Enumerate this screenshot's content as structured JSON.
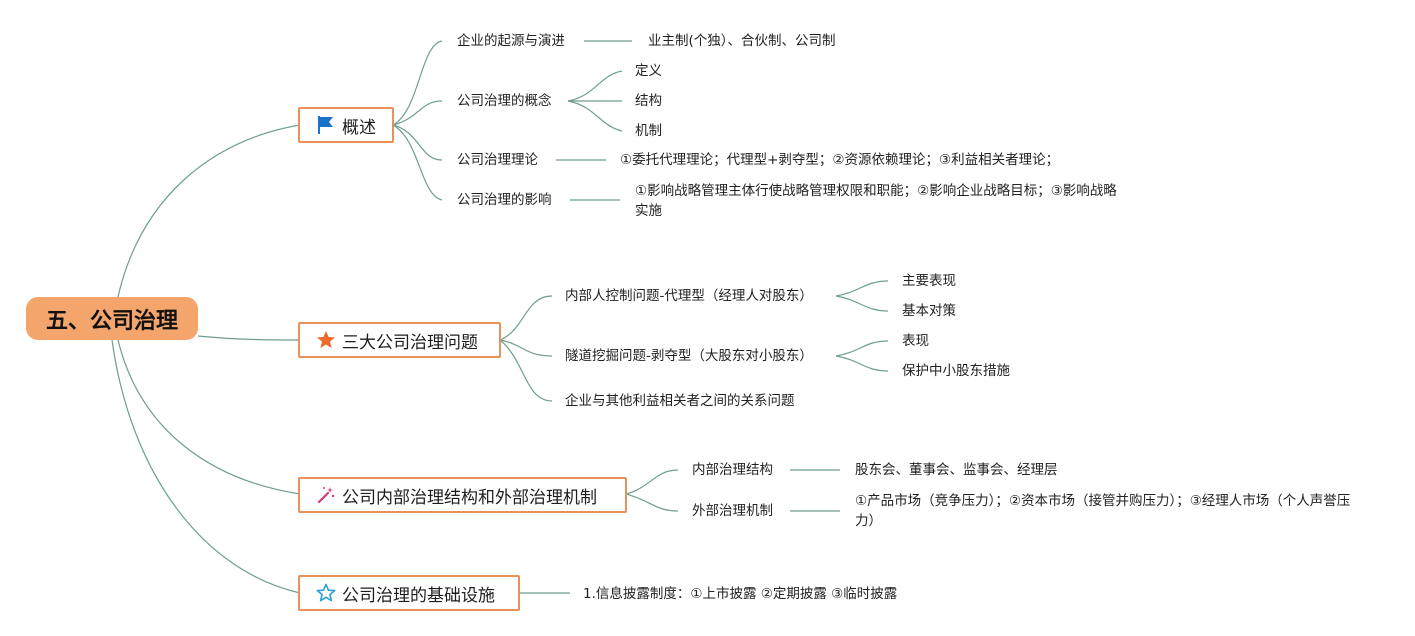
{
  "root": {
    "label": "五、公司治理"
  },
  "branches": [
    {
      "label": "概述",
      "icon": "flag-icon",
      "children": [
        {
          "label": "企业的起源与演进",
          "detail": "业主制(个独）、合伙制、公司制"
        },
        {
          "label": "公司治理的概念",
          "items": [
            "定义",
            "结构",
            "机制"
          ]
        },
        {
          "label": "公司治理理论",
          "detail": "①委托代理理论；代理型+剥夺型；②资源依赖理论；③利益相关者理论；"
        },
        {
          "label": "公司治理的影响",
          "detail": "①影响战略管理主体行使战略管理权限和职能；②影响企业战略目标；③影响战略实施"
        }
      ]
    },
    {
      "label": "三大公司治理问题",
      "icon": "star-icon",
      "children": [
        {
          "label": "内部人控制问题-代理型（经理人对股东）",
          "items": [
            "主要表现",
            "基本对策"
          ]
        },
        {
          "label": "隧道挖掘问题-剥夺型（大股东对小股东）",
          "items": [
            "表现",
            "保护中小股东措施"
          ]
        },
        {
          "label": "企业与其他利益相关者之间的关系问题"
        }
      ]
    },
    {
      "label": "公司内部治理结构和外部治理机制",
      "icon": "magic-wand-icon",
      "children": [
        {
          "label": "内部治理结构",
          "detail": "股东会、董事会、监事会、经理层"
        },
        {
          "label": "外部治理机制",
          "detail": "①产品市场（竞争压力）；②资本市场（接管并购压力）；③经理人市场（个人声誉压力）"
        }
      ]
    },
    {
      "label": "公司治理的基础设施",
      "icon": "star-outline-icon",
      "children": [
        {
          "label": "1.信息披露制度：①上市披露 ②定期披露 ③临时披露"
        }
      ]
    }
  ],
  "colors": {
    "root_fill": "#f3a56b",
    "branch_border": "#e8915a",
    "connector": "#6f9e90",
    "flag_icon": "#1a73c9",
    "star_icon": "#ec6a2c",
    "wand_icon": "#d63d6b",
    "star_outline_icon": "#2a9fd6"
  }
}
